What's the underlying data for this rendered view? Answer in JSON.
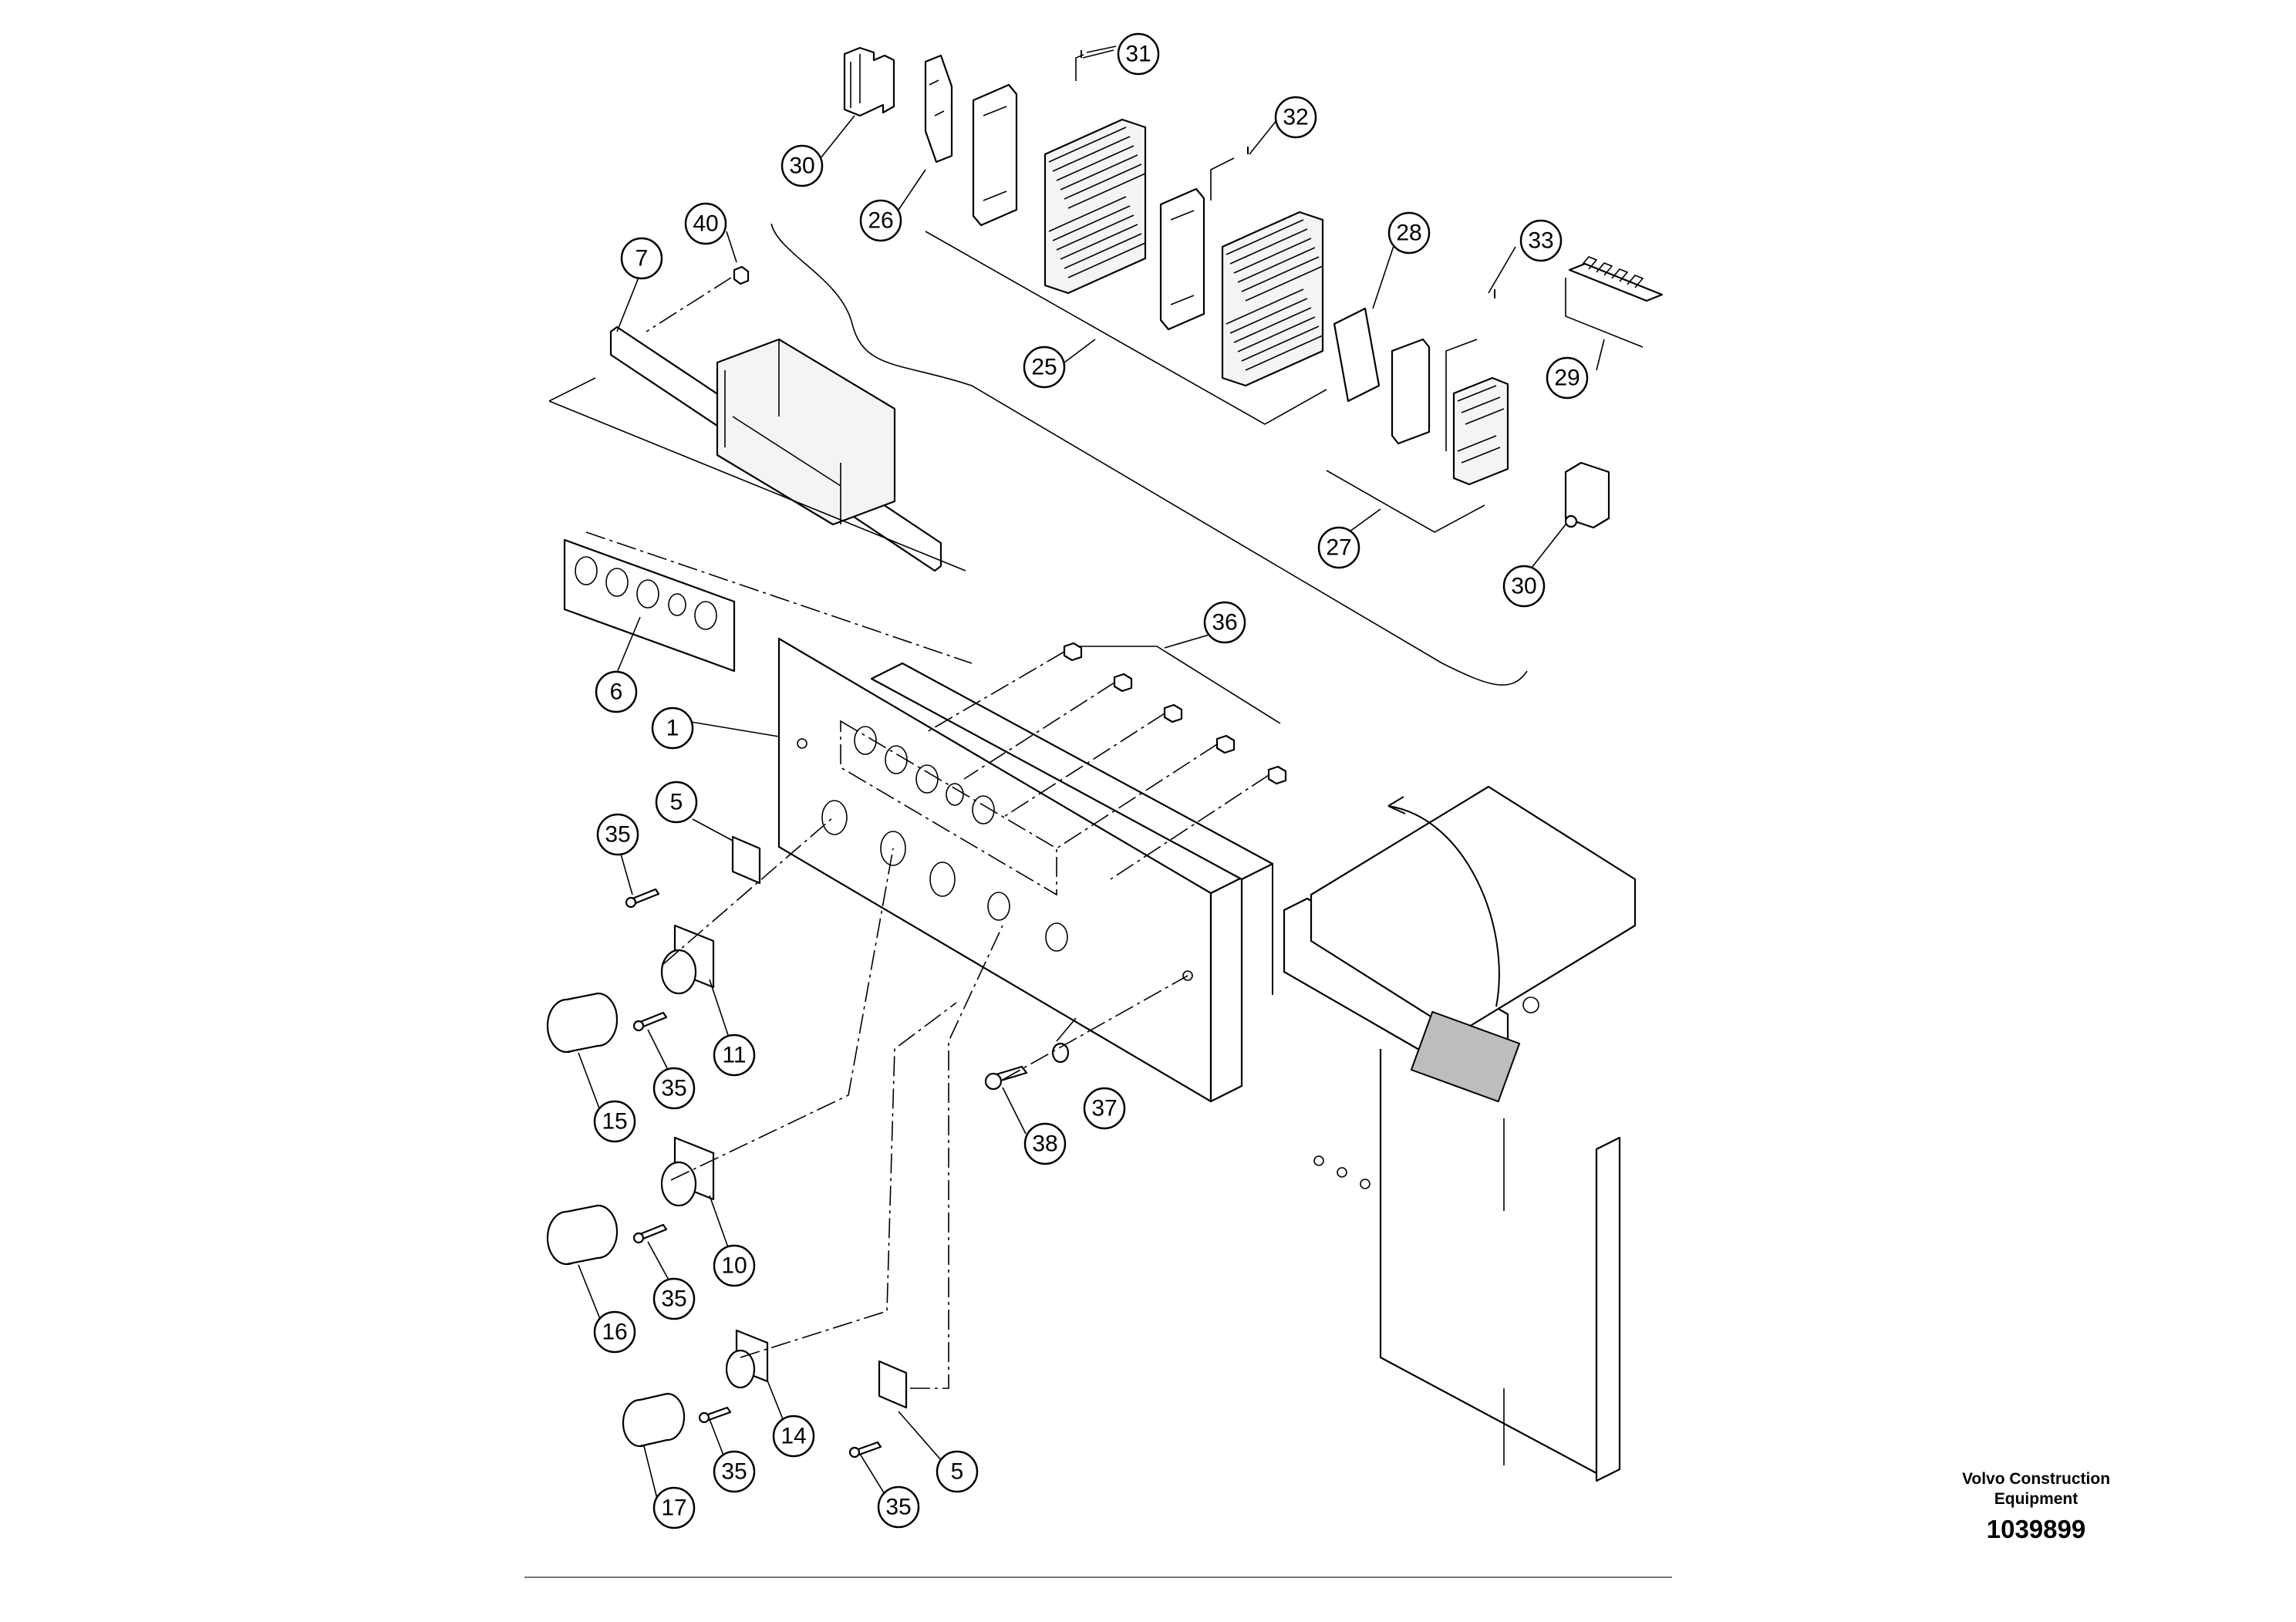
{
  "brand": {
    "line1": "Volvo Construction",
    "line2": "Equipment"
  },
  "drawing_number": "1039899",
  "callouts": [
    "30",
    "26",
    "31",
    "32",
    "25",
    "28",
    "33",
    "29",
    "27",
    "30",
    "40",
    "7",
    "6",
    "1",
    "36",
    "5",
    "35",
    "11",
    "35",
    "15",
    "10",
    "35",
    "16",
    "14",
    "35",
    "17",
    "5",
    "35",
    "37",
    "38"
  ]
}
